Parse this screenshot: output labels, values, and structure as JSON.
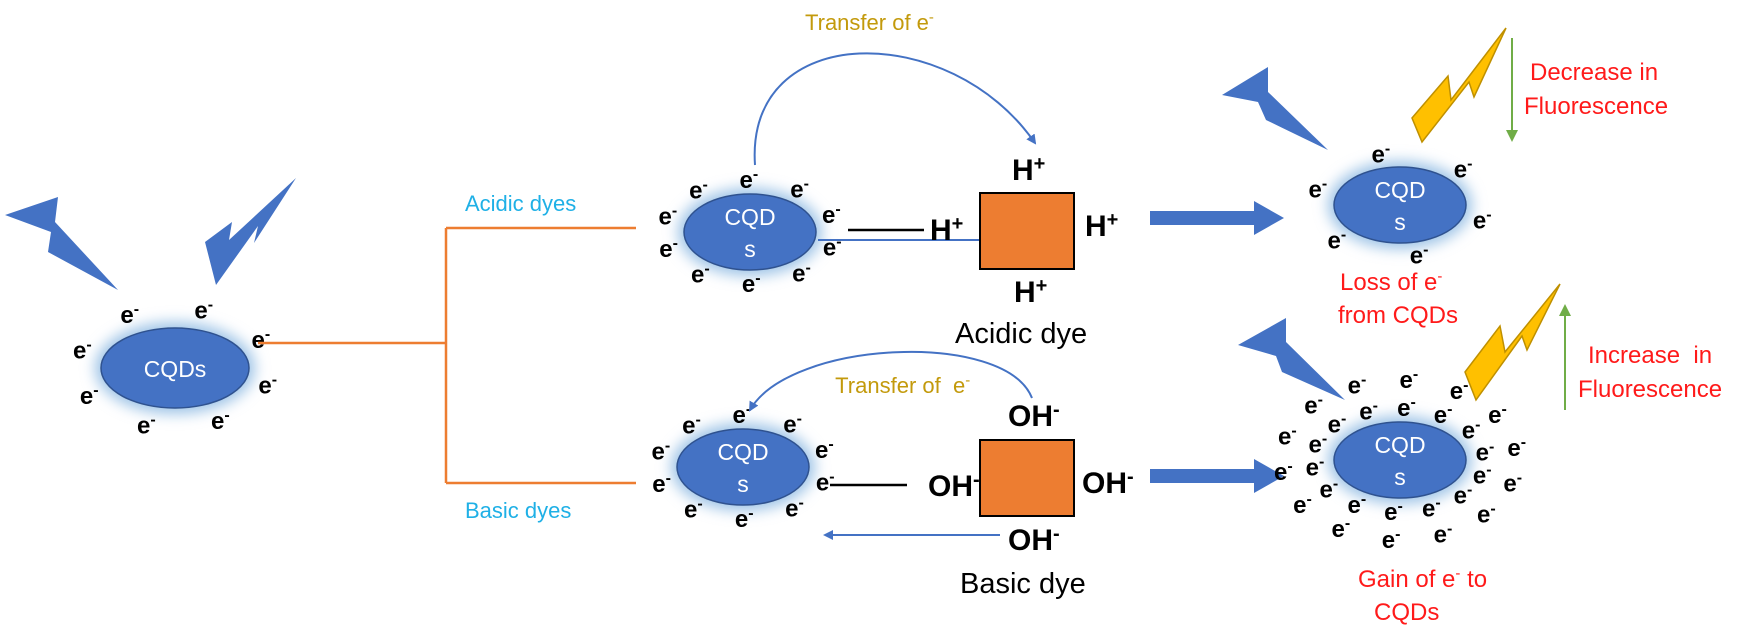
{
  "colors": {
    "dot_fill": "#4472c4",
    "dot_glow": "#9dc3e6",
    "dye_box": "#ed7d31",
    "branch_line": "#ed7d31",
    "arrow_blue": "#4472c4",
    "lightning_blue": "#4472c4",
    "lightning_yellow": "#ffc000",
    "label_cyan": "#1fb0e6",
    "label_gold": "#c39a0c",
    "label_red": "#ff1a1a",
    "indicator_green": "#70ad47"
  },
  "electron": {
    "base": "e",
    "sup": "-"
  },
  "central": {
    "dot_label": "CQDs"
  },
  "branches": {
    "acidic": "Acidic dyes",
    "basic": "Basic dyes"
  },
  "acidic": {
    "dot_label_1": "CQD",
    "dot_label_2": "s",
    "transfer_label": "Transfer of e",
    "transfer_sup": "-",
    "ion_base": "H",
    "ion_sup": "+",
    "dye_label": "Acidic dye"
  },
  "basic": {
    "dot_label_1": "CQD",
    "dot_label_2": "s",
    "transfer_label": "Transfer of  e",
    "transfer_sup": "-",
    "ion_base": "OH",
    "ion_sup": "-",
    "dye_label": "Basic dye"
  },
  "result_top": {
    "dot_label_1": "CQD",
    "dot_label_2": "s",
    "fluorescence_1": "Decrease in",
    "fluorescence_2": "Fluorescence",
    "loss_1_base": "Loss of e",
    "loss_1_sup": "-",
    "loss_2": "from CQDs"
  },
  "result_bottom": {
    "dot_label_1": "CQD",
    "dot_label_2": "s",
    "fluorescence_1": "Increase  in",
    "fluorescence_2": "Fluorescence",
    "gain_1_base": "Gain of e",
    "gain_1_sup": "-",
    "gain_1_rest": " to",
    "gain_2": "CQDs"
  }
}
